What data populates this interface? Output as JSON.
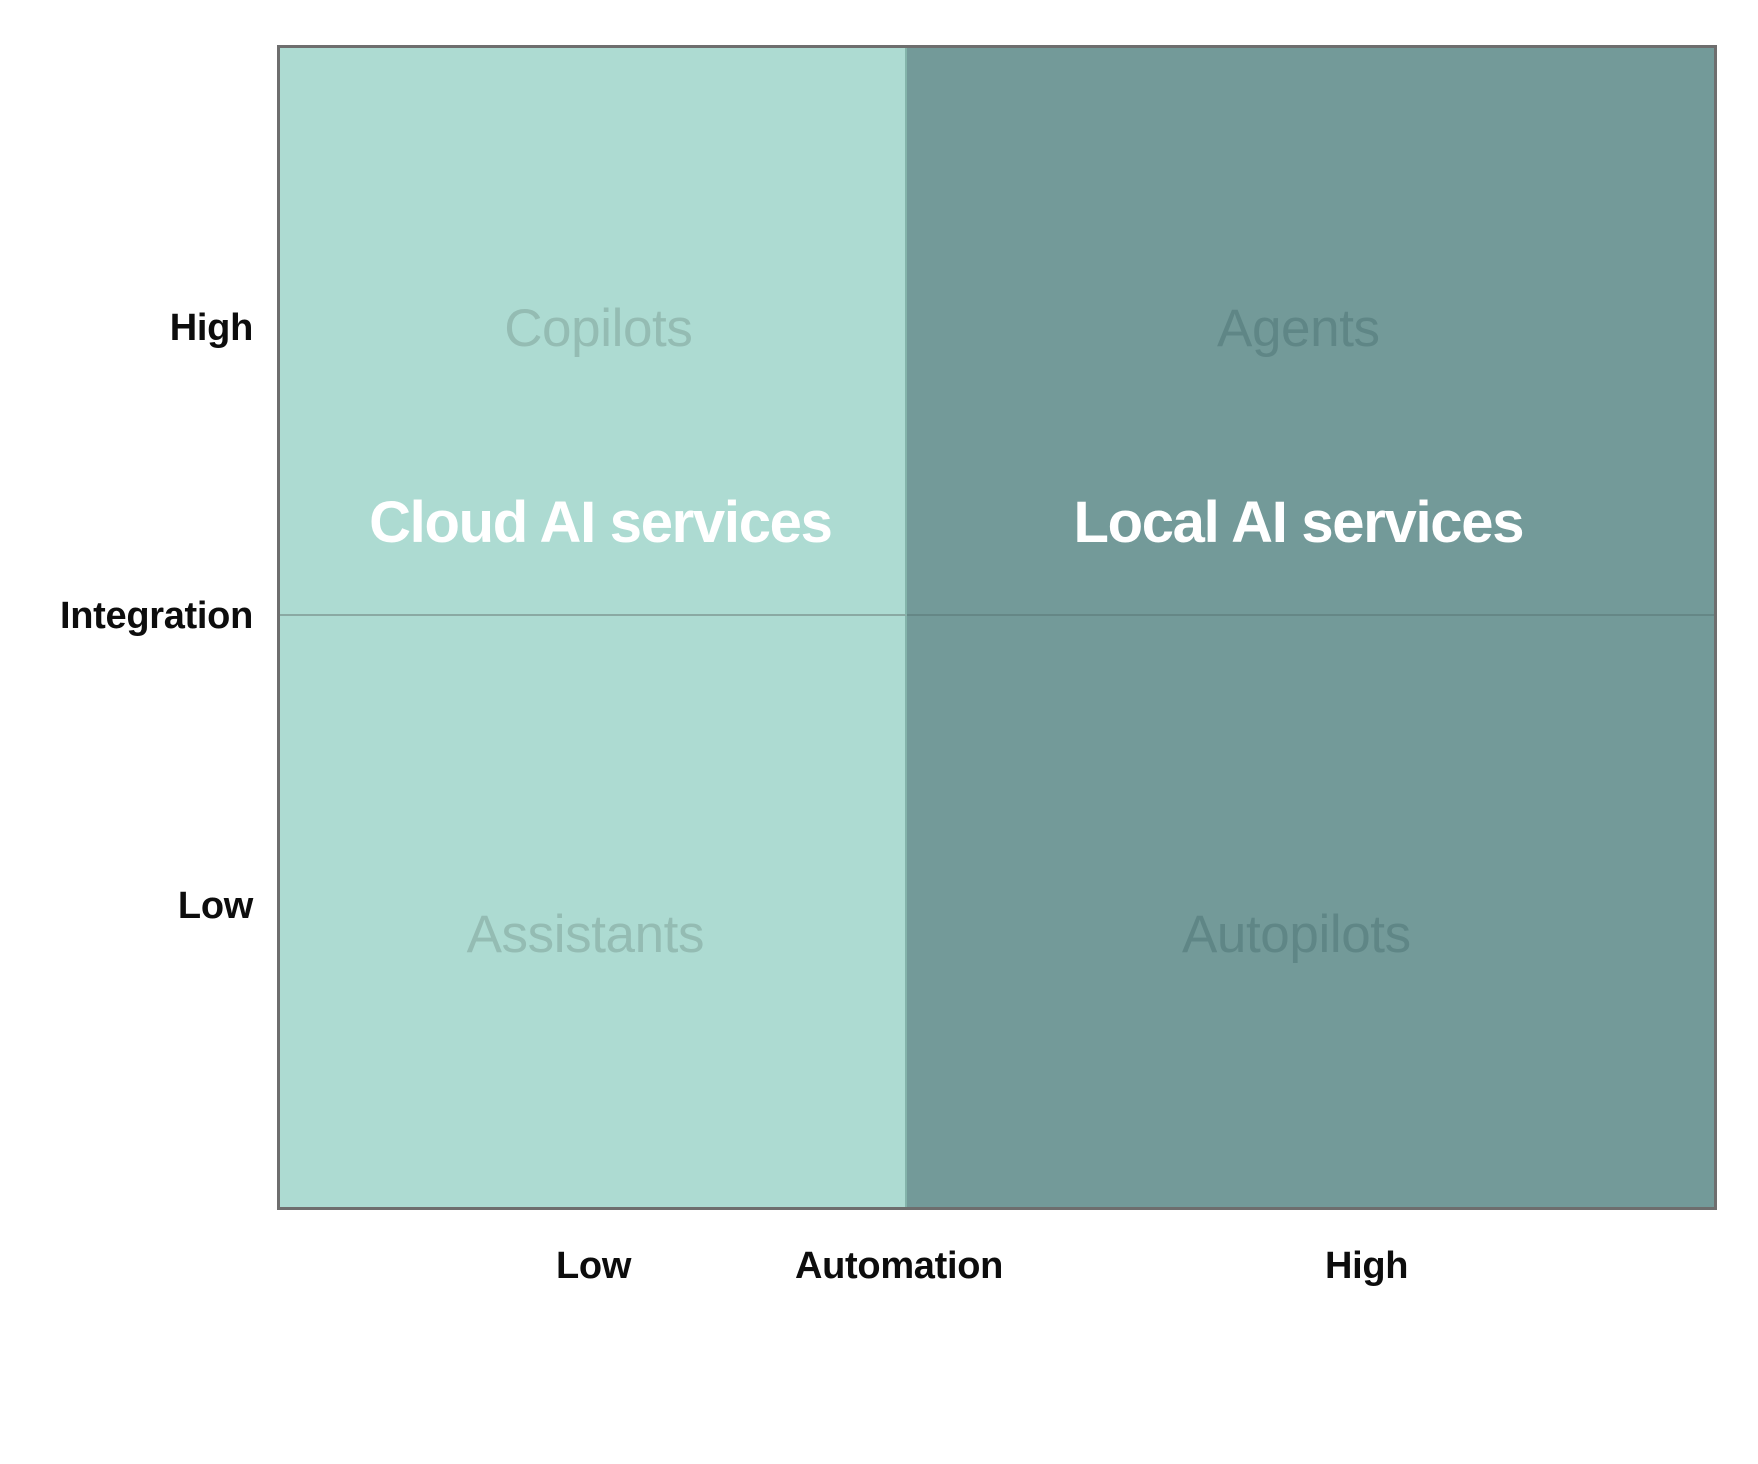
{
  "chart_data": {
    "type": "table",
    "title": "",
    "xlabel": "Automation",
    "ylabel": "Integration",
    "x_tick_labels": [
      "Low",
      "High"
    ],
    "y_tick_labels": [
      "Low",
      "High"
    ],
    "grid": true,
    "legend": "none",
    "quadrants": [
      {
        "id": "top-left",
        "x": "Low",
        "y": "High",
        "category": "Copilots",
        "group": "Cloud AI services",
        "fill": "#ADDBD2"
      },
      {
        "id": "top-right",
        "x": "High",
        "y": "High",
        "category": "Agents",
        "group": "Local AI services",
        "fill": "#739A99"
      },
      {
        "id": "bottom-left",
        "x": "Low",
        "y": "Low",
        "category": "Assistants",
        "group": "Cloud AI services",
        "fill": "#ADDBD2"
      },
      {
        "id": "bottom-right",
        "x": "High",
        "y": "Low",
        "category": "Autopilots",
        "group": "Local AI services",
        "fill": "#739A99"
      }
    ],
    "column_groups": [
      {
        "label": "Cloud AI services",
        "side": "left",
        "fill": "#ADDBD2"
      },
      {
        "label": "Local AI services",
        "side": "right",
        "fill": "#739A99"
      }
    ]
  },
  "axes": {
    "y": {
      "title": "Integration",
      "high": "High",
      "low": "Low"
    },
    "x": {
      "title": "Automation",
      "low": "Low",
      "high": "High"
    }
  },
  "quadrant_labels": {
    "copilots": "Copilots",
    "agents": "Agents",
    "assistants": "Assistants",
    "autopilots": "Autopilots"
  },
  "service_labels": {
    "cloud": "Cloud AI services",
    "local": "Local AI services"
  },
  "colors": {
    "light_teal": "#ADDBD2",
    "dark_teal": "#739A99",
    "frame_border": "#6E6E6E",
    "muted_on_light": "#94BCB3",
    "muted_on_dark": "#5F8686",
    "service_text": "#FFFFFF",
    "axis_text": "#0D0D0D",
    "background": "#FFFFFF"
  }
}
